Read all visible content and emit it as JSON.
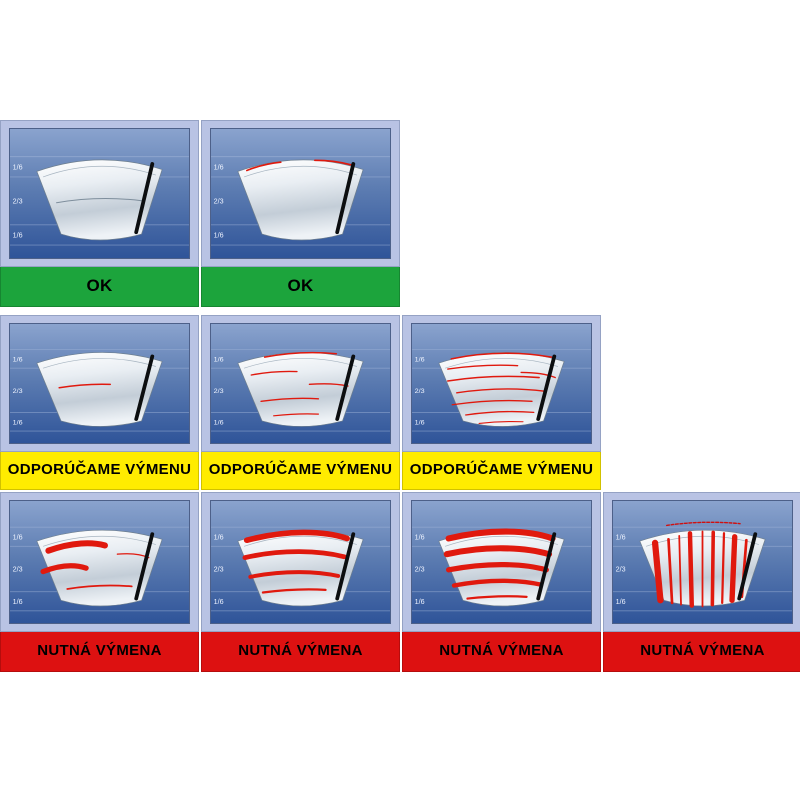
{
  "zone_labels": [
    "1/6",
    "2/3",
    "1/6"
  ],
  "colors": {
    "frame": "#b9c3e4",
    "panel_blue_top": "#8aa3ce",
    "panel_blue_bottom": "#2f5499",
    "ok_green": "#1ca43c",
    "warning_yellow": "#ffec00",
    "alert_red": "#dd1111",
    "streak_red": "#e0190e",
    "blade_black": "#0c0e10"
  },
  "rows": [
    {
      "status": "OK",
      "bar_color": "#1ca43c",
      "cells": [
        {
          "severity": "clean"
        },
        {
          "severity": "light-marks"
        }
      ]
    },
    {
      "status": "ODPORÚČAME VÝMENU",
      "bar_color": "#ffec00",
      "cells": [
        {
          "severity": "single-streak"
        },
        {
          "severity": "few-streaks"
        },
        {
          "severity": "many-streaks"
        }
      ]
    },
    {
      "status": "NUTNÁ VÝMENA",
      "bar_color": "#dd1111",
      "cells": [
        {
          "severity": "smears"
        },
        {
          "severity": "heavy-smears"
        },
        {
          "severity": "heavy-bands"
        },
        {
          "severity": "full-failure"
        }
      ]
    }
  ]
}
